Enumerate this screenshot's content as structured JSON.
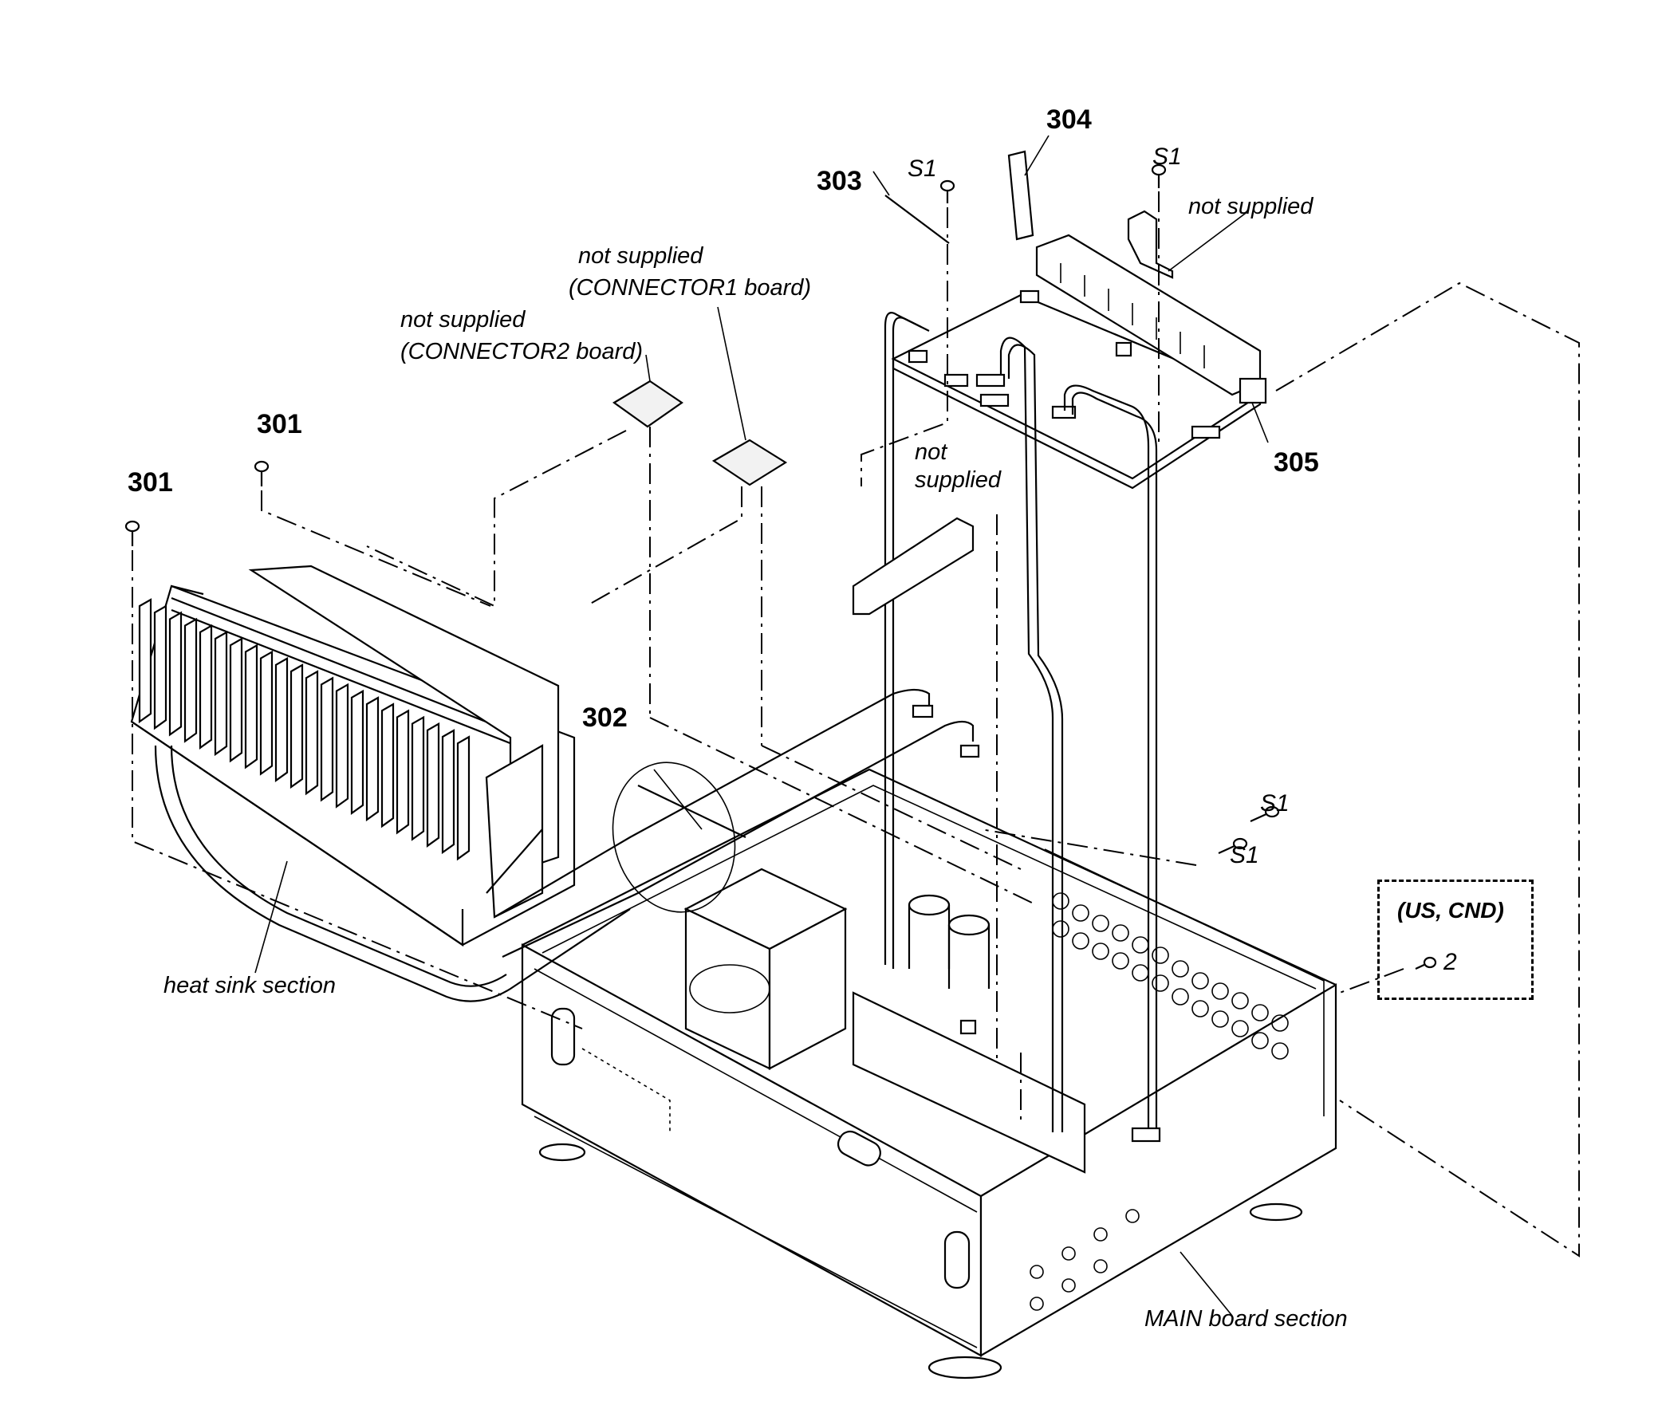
{
  "part_numbers": {
    "p301_left": "301",
    "p301_right": "301",
    "p302": "302",
    "p303": "303",
    "p304": "304",
    "p305": "305"
  },
  "notes": {
    "not_supplied_connector2": "not supplied",
    "connector2_board": "(CONNECTOR2 board)",
    "not_supplied_connector1": "not supplied",
    "connector1_board": "(CONNECTOR1 board)",
    "not_supplied_top_right": "not supplied",
    "not_supplied_bracket_1": "not",
    "not_supplied_bracket_2": "supplied",
    "heat_sink_section": "heat sink section",
    "main_board_section": "MAIN board section"
  },
  "screw_codes": {
    "s1_top_left": "S1",
    "s1_top_right": "S1",
    "s1_side_upper": "S1",
    "s1_side_lower": "S1",
    "option_screw": "2"
  },
  "region_box": {
    "label": "(US, CND)"
  }
}
